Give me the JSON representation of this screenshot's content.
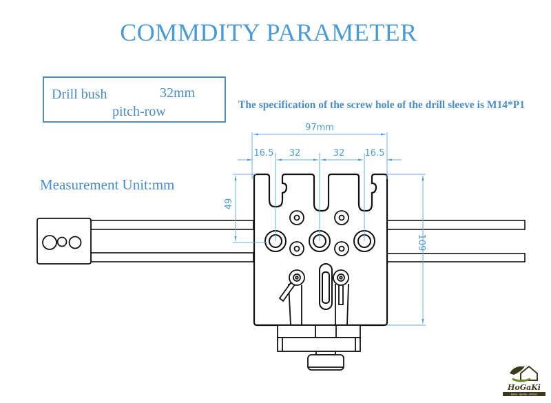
{
  "title": "COMMDITY PARAMETER",
  "spec_box": {
    "line1_label": "Drill bush",
    "line1_value": "32mm",
    "line2_label": "pitch-row"
  },
  "screw_spec_note": "The specification of the screw hole of the drill sleeve is M14*P1",
  "unit_note": "Measurement Unit:mm",
  "dimensions": {
    "overall_width": "97mm",
    "segments": [
      "16.5",
      "32",
      "32",
      "16.5"
    ],
    "hole_depth": "49",
    "overall_height": "109"
  },
  "colors": {
    "accent": "#4a9ad6",
    "text_blue": "#4a8cc8",
    "line": "#111111",
    "dim_line": "#6aaee6"
  },
  "logo": {
    "brand": "HoGaKi",
    "tagline": "Home · garden · kitchen"
  }
}
